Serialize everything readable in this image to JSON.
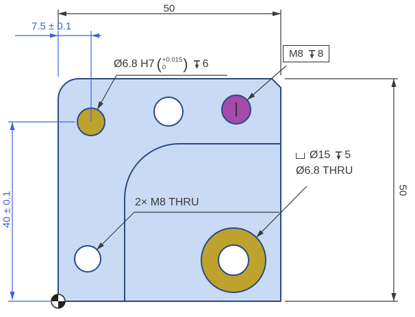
{
  "drawing": {
    "dimensions": {
      "top_width": "50",
      "right_height": "50",
      "hole_offset_x": "7.5 ± 0.1",
      "hole_offset_y": "40 ± 0.1"
    },
    "callouts": {
      "reamed_hole": {
        "dia": "Ø6.8 H7",
        "tol_upper": "+0.015",
        "tol_lower": "0",
        "depth": "6"
      },
      "tapped_hole": {
        "thread": "M8",
        "depth": "8"
      },
      "counterbore_hole": {
        "cbore_dia": "Ø15",
        "cbore_depth": "5",
        "thru": "Ø6.8 THRU"
      },
      "pattern": "2× M8 THRU"
    },
    "colors": {
      "plate_fill": "#c9dbf4",
      "plate_outline": "#2a4a85",
      "gold_hole": "#bda32e",
      "purple_hole": "#a44bab",
      "dimension_blue": "#3f62d9",
      "dimension_black": "#3a3a3a"
    }
  }
}
